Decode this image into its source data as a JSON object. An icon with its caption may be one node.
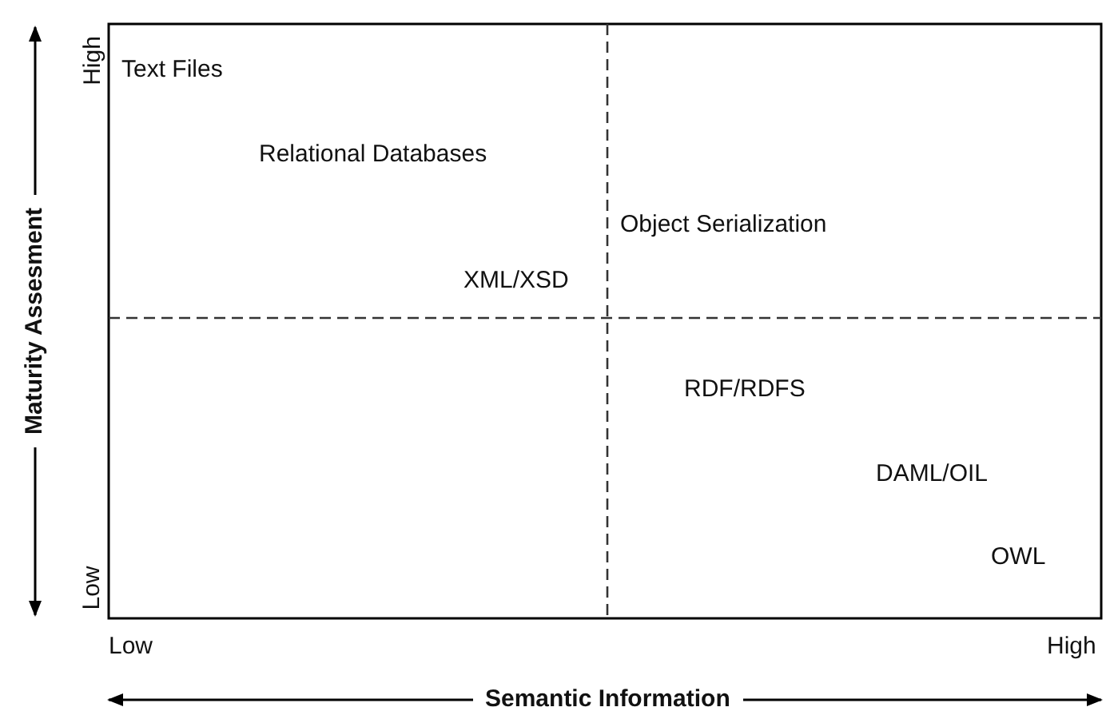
{
  "diagram": {
    "labels": [
      "High",
      "Text Files",
      "Relational Databases",
      "Object Serialization",
      "XML/XSD",
      "RDF/RDFS",
      "DAML/OIL",
      "OWL",
      "Low",
      "Low",
      "High",
      "Maturity Assesment",
      "Semantic Information"
    ]
  }
}
